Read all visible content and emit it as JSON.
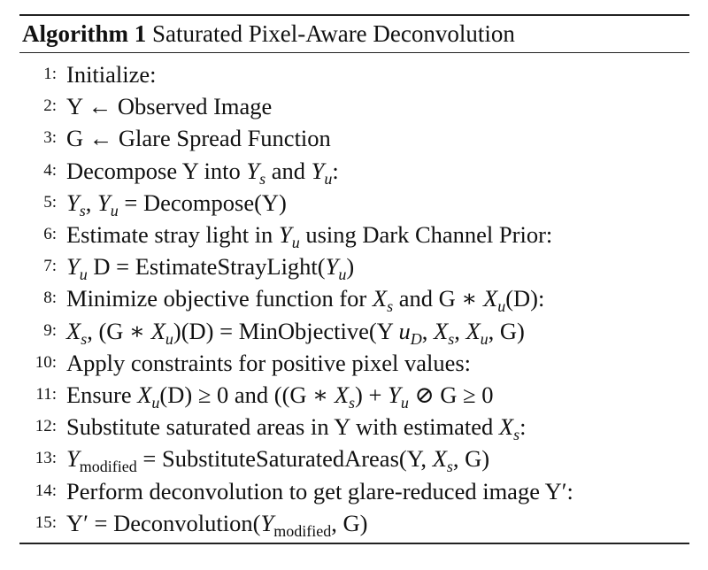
{
  "algorithm": {
    "label": "Algorithm 1",
    "title": "Saturated Pixel-Aware Deconvolution"
  },
  "lines": [
    {
      "num": "1:",
      "text": "Initialize:"
    },
    {
      "num": "2:",
      "text": "Y ← Observed Image"
    },
    {
      "num": "3:",
      "text": "G ← Glare Spread Function"
    },
    {
      "num": "4:",
      "text": "Decompose Y into Y_s and Y_u:"
    },
    {
      "num": "5:",
      "text": "Y_s, Y_u = Decompose(Y)"
    },
    {
      "num": "6:",
      "text": "Estimate stray light in Y_u using Dark Channel Prior:"
    },
    {
      "num": "7:",
      "text": "Y_u D = EstimateStrayLight(Y_u)"
    },
    {
      "num": "8:",
      "text": "Minimize objective function for X_s and G ∗ X_u(D):"
    },
    {
      "num": "9:",
      "text": "X_s, (G ∗ X_u)(D) = MinObjective(Y u_D, X_s, X_u, G)"
    },
    {
      "num": "10:",
      "text": "Apply constraints for positive pixel values:"
    },
    {
      "num": "11:",
      "text": "Ensure X_u(D) ≥ 0 and ((G ∗ X_s) + Y_u ⊘ G ≥ 0"
    },
    {
      "num": "12:",
      "text": "Substitute saturated areas in Y with estimated X_s:"
    },
    {
      "num": "13:",
      "text": "Y_modified = SubstituteSaturatedAreas(Y, X_s, G)"
    },
    {
      "num": "14:",
      "text": "Perform deconvolution to get glare-reduced image Y′:"
    },
    {
      "num": "15:",
      "text": "Y′ = Deconvolution(Y_modified, G)"
    }
  ]
}
